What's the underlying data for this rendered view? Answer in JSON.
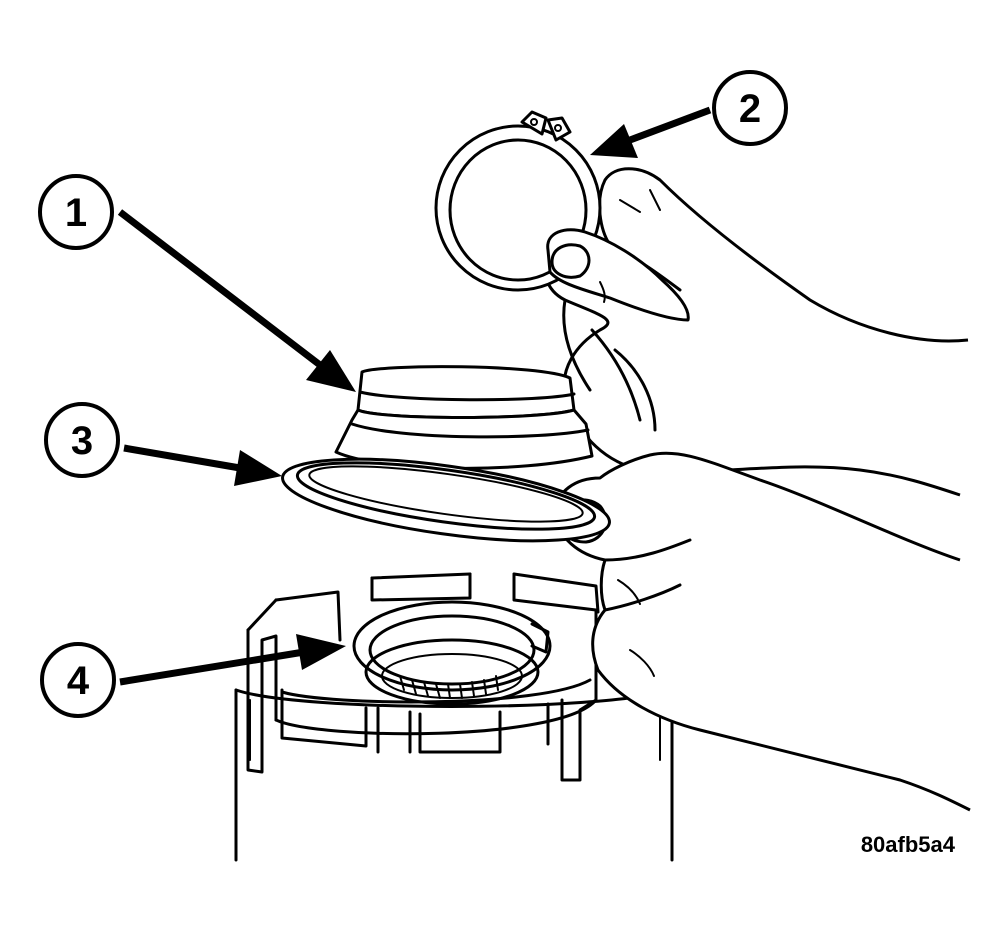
{
  "callouts": [
    {
      "label": "1"
    },
    {
      "label": "2"
    },
    {
      "label": "3"
    },
    {
      "label": "4"
    }
  ],
  "figure_id": "80afb5a4",
  "colors": {
    "line": "#000000",
    "background": "#ffffff"
  }
}
